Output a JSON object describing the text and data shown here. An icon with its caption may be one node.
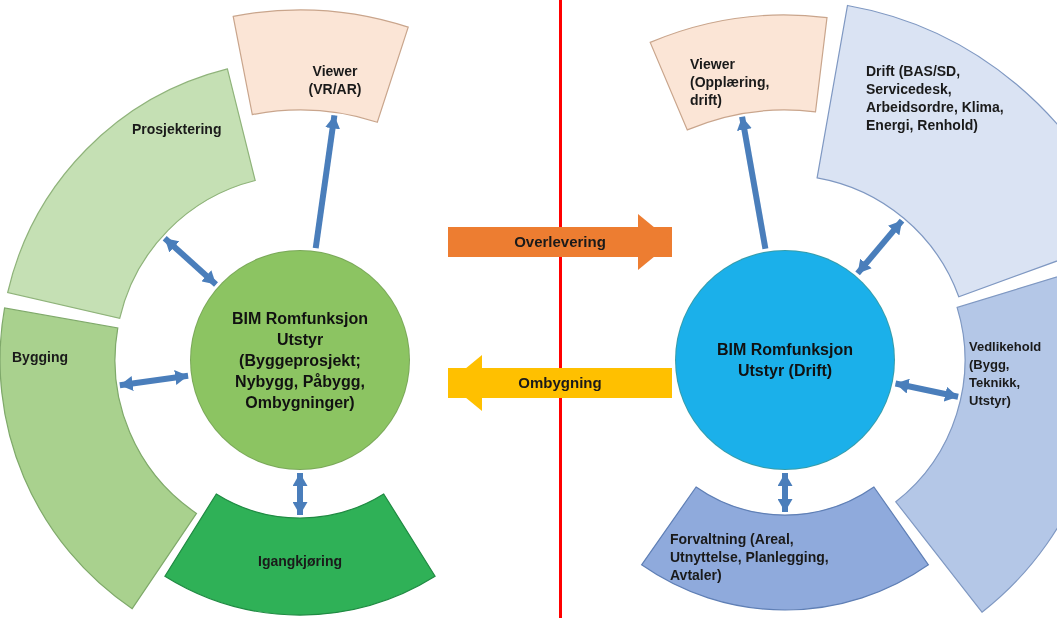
{
  "diagram": {
    "nodes": [
      {
        "text": [
          "Viewer (VR/AR)"
        ]
      },
      {
        "text": [
          "Prosjektering"
        ]
      },
      {
        "text": [
          "Bygging"
        ]
      },
      {
        "text": [
          "BIM Romfunksjon Utstyr (Byggeprosjekt; Nybygg, Påbygg, Ombygninger)"
        ]
      },
      {
        "text": [
          "Igangkjøring"
        ]
      },
      {
        "text": [
          "Viewer (Opplæring, drift)"
        ]
      },
      {
        "text": [
          "Drift (BAS/SD, Servicedesk, Arbeidsordre, Klima, Energi, Renhold)"
        ]
      },
      {
        "text": [
          "BIM Romfunksjon Utstyr (Drift)"
        ]
      },
      {
        "text": [
          "Vedlikehold (Bygg, Teknikk, Utstyr)"
        ]
      },
      {
        "text": [
          "Forvaltning (Areal, Utnyttelse, Planlegging, Avtaler)"
        ]
      }
    ],
    "edges": [
      {
        "from": 3,
        "to": 0,
        "arrow": "to"
      },
      {
        "from": 3,
        "to": 1,
        "arrow": "both"
      },
      {
        "from": 3,
        "to": 2,
        "arrow": "both"
      },
      {
        "from": 3,
        "to": 4,
        "arrow": "both"
      },
      {
        "from": 3,
        "to": 7,
        "arrow": "to",
        "label": "Overlevering",
        "style": "thick",
        "color": "#ed7d31"
      },
      {
        "from": 7,
        "to": 3,
        "arrow": "to",
        "label": "Ombygning",
        "style": "thick",
        "color": "#ffc000"
      },
      {
        "from": 7,
        "to": 5,
        "arrow": "to"
      },
      {
        "from": 7,
        "to": 6,
        "arrow": "both"
      },
      {
        "from": 7,
        "to": 8,
        "arrow": "both"
      },
      {
        "from": 7,
        "to": 9,
        "arrow": "both"
      }
    ]
  }
}
